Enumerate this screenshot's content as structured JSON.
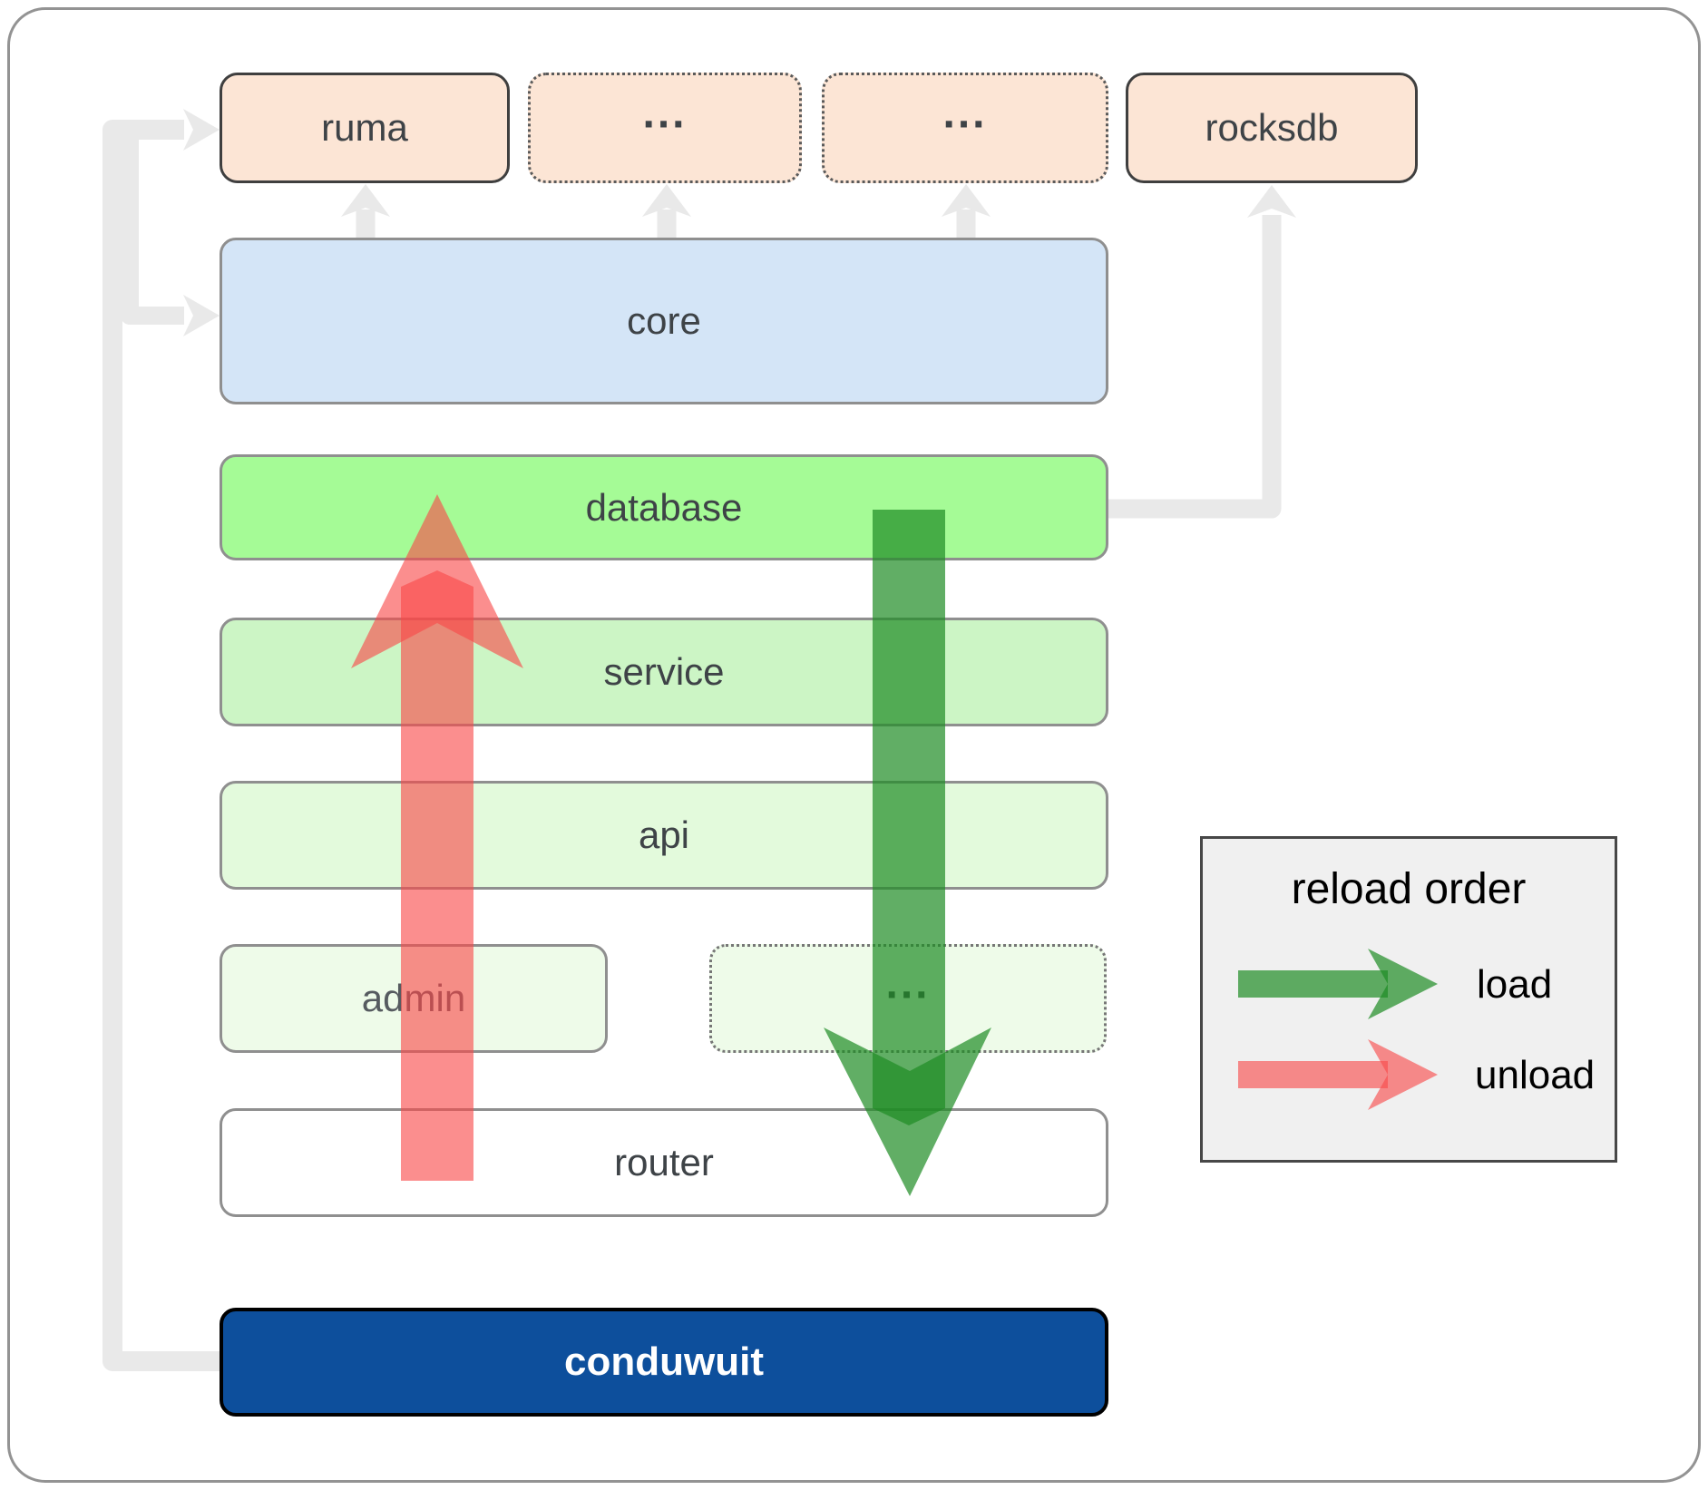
{
  "diagram": {
    "nodes": {
      "ruma": {
        "label": "ruma"
      },
      "ext_top_1": {
        "label": "..."
      },
      "ext_top_2": {
        "label": "..."
      },
      "rocksdb": {
        "label": "rocksdb"
      },
      "core": {
        "label": "core"
      },
      "database": {
        "label": "database"
      },
      "service": {
        "label": "service"
      },
      "api": {
        "label": "api"
      },
      "admin": {
        "label": "admin"
      },
      "ext_admin": {
        "label": "..."
      },
      "router": {
        "label": "router"
      },
      "conduwuit": {
        "label": "conduwuit"
      }
    },
    "legend": {
      "title": "reload order",
      "items": [
        {
          "label": "load",
          "color": "#1e8c24"
        },
        {
          "label": "unload",
          "color": "#f94949"
        }
      ]
    },
    "colors": {
      "load_arrow": "#1e8c24",
      "unload_arrow": "#f94949",
      "connector": "#e9e9e9",
      "peach_fill": "#fce5d5",
      "core_fill": "#d4e5f7",
      "database_fill": "#a5fb96",
      "service_fill": "#ccf5c5",
      "api_fill": "#e3fadc",
      "admin_fill": "#eefbe9",
      "router_fill": "#ffffff",
      "conduwuit_fill": "#0d4f9c",
      "legend_bg": "#f0f0f0"
    }
  }
}
